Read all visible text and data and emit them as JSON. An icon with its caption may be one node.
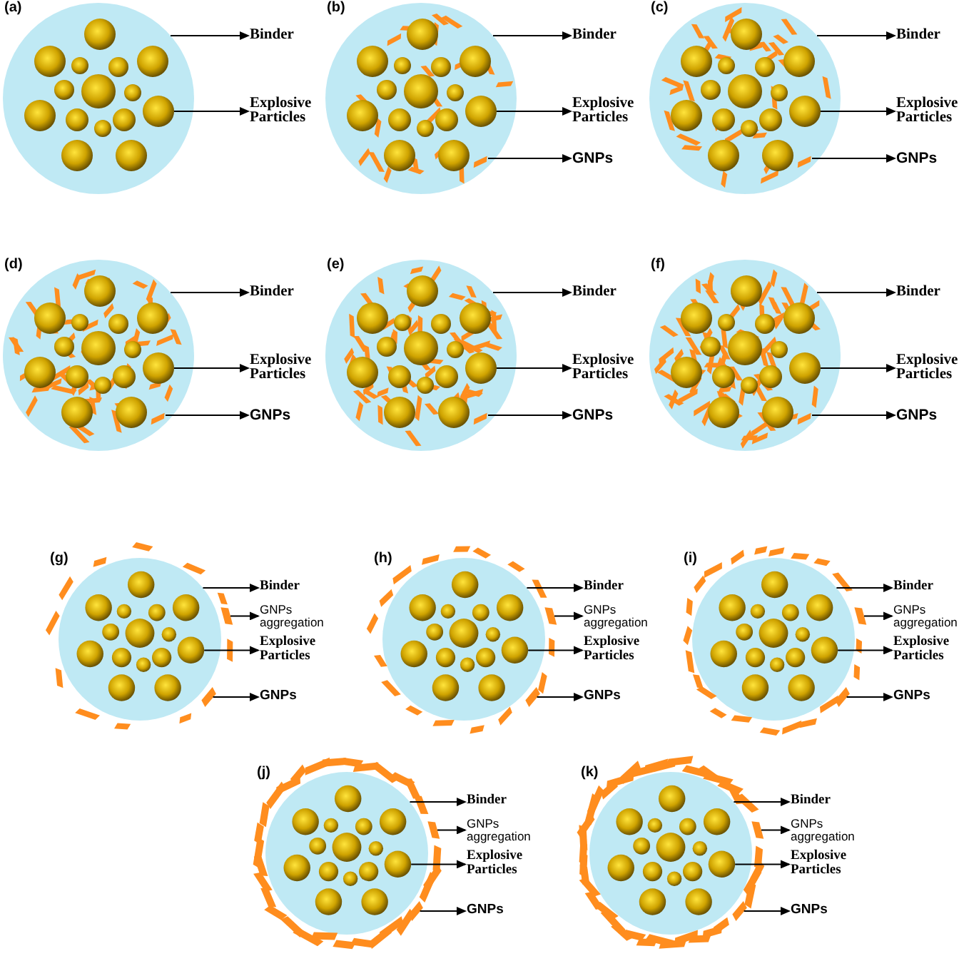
{
  "diagram": {
    "nodes": [
      {
        "text": [],
        "shape": "circle"
      },
      {
        "text": [],
        "shape": "circle",
        "in": 0
      },
      {
        "text": [],
        "shape": "circle",
        "in": 0
      },
      {
        "text": [],
        "shape": "circle",
        "in": 0
      },
      {
        "text": [],
        "shape": "circle",
        "in": 0
      },
      {
        "text": [],
        "shape": "circle",
        "in": 0
      },
      {
        "text": [],
        "shape": "circle",
        "in": 0
      },
      {
        "text": [],
        "shape": "circle",
        "in": 0
      },
      {
        "text": [],
        "shape": "circle",
        "in": 0
      },
      {
        "text": [],
        "shape": "circle",
        "in": 0
      },
      {
        "text": [],
        "shape": "circle",
        "in": 0
      },
      {
        "text": [],
        "shape": "circle",
        "in": 0
      },
      {
        "text": [],
        "shape": "circle",
        "in": 0
      },
      {
        "text": [],
        "shape": "circle",
        "in": 0
      },
      {
        "text": [],
        "shape": "circle",
        "in": 0
      },
      {
        "text": [],
        "shape": "circle",
        "in": 0
      },
      {
        "text": [
          "Binder"
        ]
      },
      {
        "text": [
          "Explosive Particles"
        ]
      },
      {
        "text": [],
        "shape": "circle"
      },
      {
        "text": [],
        "shape": "circle",
        "in": 18
      },
      {
        "text": [],
        "shape": "circle",
        "in": 18
      },
      {
        "text": [],
        "shape": "circle",
        "in": 18
      },
      {
        "text": [],
        "shape": "circle",
        "in": 18
      },
      {
        "text": [],
        "shape": "circle",
        "in": 18
      },
      {
        "text": [],
        "shape": "circle",
        "in": 18
      },
      {
        "text": [],
        "shape": "circle",
        "in": 18
      },
      {
        "text": [],
        "shape": "circle",
        "in": 18
      },
      {
        "text": [],
        "shape": "circle",
        "in": 18
      },
      {
        "text": [],
        "shape": "circle",
        "in": 18
      },
      {
        "text": [],
        "shape": "circle",
        "in": 18
      },
      {
        "text": [],
        "shape": "circle",
        "in": 18
      },
      {
        "text": [],
        "shape": "circle",
        "in": 18
      },
      {
        "text": [],
        "shape": "circle",
        "in": 18
      },
      {
        "text": [],
        "shape": "circle",
        "in": 18
      },
      {
        "text": [],
        "shape": "bar",
        "in": 18
      },
      {
        "text": [
          "Binder"
        ]
      },
      {
        "text": [
          "Explosive Particles"
        ]
      },
      {
        "text": [
          "GNPs"
        ]
      },
      {
        "text": [],
        "shape": "circle"
      },
      {
        "text": [],
        "shape": "circle",
        "in": 38
      },
      {
        "text": [],
        "shape": "circle",
        "in": 38
      },
      {
        "text": [],
        "shape": "circle",
        "in": 38
      },
      {
        "text": [],
        "shape": "circle",
        "in": 38
      },
      {
        "text": [],
        "shape": "circle",
        "in": 38
      },
      {
        "text": [],
        "shape": "circle",
        "in": 38
      },
      {
        "text": [],
        "shape": "circle",
        "in": 38
      },
      {
        "text": [],
        "shape": "circle",
        "in": 38
      },
      {
        "text": [],
        "shape": "circle",
        "in": 38
      },
      {
        "text": [],
        "shape": "circle",
        "in": 38
      },
      {
        "text": [],
        "shape": "circle",
        "in": 38
      },
      {
        "text": [],
        "shape": "circle",
        "in": 38
      },
      {
        "text": [],
        "shape": "circle",
        "in": 38
      },
      {
        "text": [],
        "shape": "circle",
        "in": 38
      },
      {
        "text": [],
        "shape": "circle",
        "in": 38
      },
      {
        "text": [],
        "shape": "bar",
        "in": 38
      },
      {
        "text": [
          "Binder"
        ]
      },
      {
        "text": [
          "Explosive Particles"
        ]
      },
      {
        "text": [
          "GNPs"
        ]
      },
      {
        "text": [],
        "shape": "circle"
      },
      {
        "text": [],
        "shape": "circle",
        "in": 58
      },
      {
        "text": [],
        "shape": "circle",
        "in": 58
      },
      {
        "text": [],
        "shape": "circle",
        "in": 58
      },
      {
        "text": [],
        "shape": "circle",
        "in": 58
      },
      {
        "text": [],
        "shape": "circle",
        "in": 58
      },
      {
        "text": [],
        "shape": "circle",
        "in": 58
      },
      {
        "text": [],
        "shape": "circle",
        "in": 58
      },
      {
        "text": [],
        "shape": "circle",
        "in": 58
      },
      {
        "text": [],
        "shape": "circle",
        "in": 58
      },
      {
        "text": [],
        "shape": "circle",
        "in": 58
      },
      {
        "text": [],
        "shape": "circle",
        "in": 58
      },
      {
        "text": [],
        "shape": "circle",
        "in": 58
      },
      {
        "text": [],
        "shape": "circle",
        "in": 58
      },
      {
        "text": [],
        "shape": "circle",
        "in": 58
      },
      {
        "text": [],
        "shape": "circle",
        "in": 58
      },
      {
        "text": [],
        "shape": "bar",
        "in": 58
      },
      {
        "text": [
          "Binder"
        ]
      },
      {
        "text": [
          "Explosive Particles"
        ]
      },
      {
        "text": [
          "GNPs"
        ]
      },
      {
        "text": [],
        "shape": "circle"
      },
      {
        "text": [],
        "shape": "circle",
        "in": 78
      },
      {
        "text": [],
        "shape": "circle",
        "in": 78
      },
      {
        "text": [],
        "shape": "circle",
        "in": 78
      },
      {
        "text": [],
        "shape": "circle",
        "in": 78
      },
      {
        "text": [],
        "shape": "circle",
        "in": 78
      },
      {
        "text": [],
        "shape": "circle",
        "in": 78
      },
      {
        "text": [],
        "shape": "circle",
        "in": 78
      },
      {
        "text": [],
        "shape": "circle",
        "in": 78
      },
      {
        "text": [],
        "shape": "circle",
        "in": 78
      },
      {
        "text": [],
        "shape": "circle",
        "in": 78
      },
      {
        "text": [],
        "shape": "circle",
        "in": 78
      },
      {
        "text": [],
        "shape": "circle",
        "in": 78
      },
      {
        "text": [],
        "shape": "circle",
        "in": 78
      },
      {
        "text": [],
        "shape": "circle",
        "in": 78
      },
      {
        "text": [],
        "shape": "circle",
        "in": 78
      },
      {
        "text": [],
        "shape": "bar",
        "in": 78
      },
      {
        "text": [
          "Binder"
        ]
      },
      {
        "text": [
          "Explosive Particles"
        ]
      },
      {
        "text": [
          "GNPs"
        ]
      },
      {
        "text": [],
        "shape": "circle"
      },
      {
        "text": [],
        "shape": "circle",
        "in": 98
      },
      {
        "text": [],
        "shape": "circle",
        "in": 98
      },
      {
        "text": [],
        "shape": "circle",
        "in": 98
      },
      {
        "text": [],
        "shape": "circle",
        "in": 98
      },
      {
        "text": [],
        "shape": "circle",
        "in": 98
      },
      {
        "text": [],
        "shape": "circle",
        "in": 98
      },
      {
        "text": [],
        "shape": "circle",
        "in": 98
      },
      {
        "text": [],
        "shape": "circle",
        "in": 98
      },
      {
        "text": [],
        "shape": "circle",
        "in": 98
      },
      {
        "text": [],
        "shape": "circle",
        "in": 98
      },
      {
        "text": [],
        "shape": "circle",
        "in": 98
      },
      {
        "text": [],
        "shape": "circle",
        "in": 98
      },
      {
        "text": [],
        "shape": "circle",
        "in": 98
      },
      {
        "text": [],
        "shape": "circle",
        "in": 98
      },
      {
        "text": [],
        "shape": "circle",
        "in": 98
      },
      {
        "text": [],
        "shape": "bar",
        "in": 98
      },
      {
        "text": [
          "Binder"
        ]
      },
      {
        "text": [
          "Explosive Particles"
        ]
      },
      {
        "text": [
          "GNPs"
        ]
      },
      {
        "text": [],
        "shape": "circle"
      },
      {
        "text": [],
        "shape": "circle",
        "in": 118
      },
      {
        "text": [],
        "shape": "circle",
        "in": 118
      },
      {
        "text": [],
        "shape": "circle",
        "in": 118
      },
      {
        "text": [],
        "shape": "circle",
        "in": 118
      },
      {
        "text": [],
        "shape": "circle",
        "in": 118
      },
      {
        "text": [],
        "shape": "circle",
        "in": 118
      },
      {
        "text": [],
        "shape": "circle",
        "in": 118
      },
      {
        "text": [],
        "shape": "circle",
        "in": 118
      },
      {
        "text": [],
        "shape": "circle",
        "in": 118
      },
      {
        "text": [],
        "shape": "circle",
        "in": 118
      },
      {
        "text": [],
        "shape": "circle",
        "in": 118
      },
      {
        "text": [],
        "shape": "circle",
        "in": 118
      },
      {
        "text": [],
        "shape": "circle",
        "in": 118
      },
      {
        "text": [],
        "shape": "circle",
        "in": 118
      },
      {
        "text": [],
        "shape": "circle",
        "in": 118
      },
      {
        "text": [],
        "shape": "bar"
      },
      {
        "text": [],
        "shape": "bar"
      },
      {
        "text": [
          "Binder"
        ]
      },
      {
        "text": [
          "GNPs aggregation"
        ]
      },
      {
        "text": [
          "Explosive Particles"
        ]
      },
      {
        "text": [
          "GNPs"
        ]
      },
      {
        "text": [],
        "shape": "circle"
      },
      {
        "text": [],
        "shape": "circle",
        "in": 140
      },
      {
        "text": [],
        "shape": "circle",
        "in": 140
      },
      {
        "text": [],
        "shape": "circle",
        "in": 140
      },
      {
        "text": [],
        "shape": "circle",
        "in": 140
      },
      {
        "text": [],
        "shape": "circle",
        "in": 140
      },
      {
        "text": [],
        "shape": "circle",
        "in": 140
      },
      {
        "text": [],
        "shape": "circle",
        "in": 140
      },
      {
        "text": [],
        "shape": "circle",
        "in": 140
      },
      {
        "text": [],
        "shape": "circle",
        "in": 140
      },
      {
        "text": [],
        "shape": "circle",
        "in": 140
      },
      {
        "text": [],
        "shape": "circle",
        "in": 140
      },
      {
        "text": [],
        "shape": "circle",
        "in": 140
      },
      {
        "text": [],
        "shape": "circle",
        "in": 140
      },
      {
        "text": [],
        "shape": "circle",
        "in": 140
      },
      {
        "text": [],
        "shape": "circle",
        "in": 140
      },
      {
        "text": [],
        "shape": "bar"
      },
      {
        "text": [],
        "shape": "bar"
      },
      {
        "text": [
          "Binder"
        ]
      },
      {
        "text": [
          "GNPs aggregation"
        ]
      },
      {
        "text": [
          "Explosive Particles"
        ]
      },
      {
        "text": [
          "GNPs"
        ]
      },
      {
        "text": [],
        "shape": "circle"
      },
      {
        "text": [],
        "shape": "circle",
        "in": 162
      },
      {
        "text": [],
        "shape": "circle",
        "in": 162
      },
      {
        "text": [],
        "shape": "circle",
        "in": 162
      },
      {
        "text": [],
        "shape": "circle",
        "in": 162
      },
      {
        "text": [],
        "shape": "circle",
        "in": 162
      },
      {
        "text": [],
        "shape": "circle",
        "in": 162
      },
      {
        "text": [],
        "shape": "circle",
        "in": 162
      },
      {
        "text": [],
        "shape": "circle",
        "in": 162
      },
      {
        "text": [],
        "shape": "circle",
        "in": 162
      },
      {
        "text": [],
        "shape": "circle",
        "in": 162
      },
      {
        "text": [],
        "shape": "circle",
        "in": 162
      },
      {
        "text": [],
        "shape": "circle",
        "in": 162
      },
      {
        "text": [],
        "shape": "circle",
        "in": 162
      },
      {
        "text": [],
        "shape": "circle",
        "in": 162
      },
      {
        "text": [],
        "shape": "circle",
        "in": 162
      },
      {
        "text": [],
        "shape": "bar"
      },
      {
        "text": [],
        "shape": "bar"
      },
      {
        "text": [
          "Binder"
        ]
      },
      {
        "text": [
          "GNPs aggregation"
        ]
      },
      {
        "text": [
          "Explosive Particles"
        ]
      },
      {
        "text": [
          "GNPs"
        ]
      },
      {
        "text": [],
        "shape": "circle"
      },
      {
        "text": [],
        "shape": "circle",
        "in": 184
      },
      {
        "text": [],
        "shape": "circle",
        "in": 184
      },
      {
        "text": [],
        "shape": "circle",
        "in": 184
      },
      {
        "text": [],
        "shape": "circle",
        "in": 184
      },
      {
        "text": [],
        "shape": "circle",
        "in": 184
      },
      {
        "text": [],
        "shape": "circle",
        "in": 184
      },
      {
        "text": [],
        "shape": "circle",
        "in": 184
      },
      {
        "text": [],
        "shape": "circle",
        "in": 184
      },
      {
        "text": [],
        "shape": "circle",
        "in": 184
      },
      {
        "text": [],
        "shape": "circle",
        "in": 184
      },
      {
        "text": [],
        "shape": "circle",
        "in": 184
      },
      {
        "text": [],
        "shape": "circle",
        "in": 184
      },
      {
        "text": [],
        "shape": "circle",
        "in": 184
      },
      {
        "text": [],
        "shape": "circle",
        "in": 184
      },
      {
        "text": [],
        "shape": "circle",
        "in": 184
      },
      {
        "text": [],
        "shape": "bar"
      },
      {
        "text": [],
        "shape": "bar"
      },
      {
        "text": [
          "Binder"
        ]
      },
      {
        "text": [
          "GNPs aggregation"
        ]
      },
      {
        "text": [
          "Explosive Particles"
        ]
      },
      {
        "text": [
          "GNPs"
        ]
      },
      {
        "text": [],
        "shape": "circle"
      },
      {
        "text": [],
        "shape": "circle",
        "in": 206
      },
      {
        "text": [],
        "shape": "circle",
        "in": 206
      },
      {
        "text": [],
        "shape": "circle",
        "in": 206
      },
      {
        "text": [],
        "shape": "circle",
        "in": 206
      },
      {
        "text": [],
        "shape": "circle",
        "in": 206
      },
      {
        "text": [],
        "shape": "circle",
        "in": 206
      },
      {
        "text": [],
        "shape": "circle",
        "in": 206
      },
      {
        "text": [],
        "shape": "circle",
        "in": 206
      },
      {
        "text": [],
        "shape": "circle",
        "in": 206
      },
      {
        "text": [],
        "shape": "circle",
        "in": 206
      },
      {
        "text": [],
        "shape": "circle",
        "in": 206
      },
      {
        "text": [],
        "shape": "circle",
        "in": 206
      },
      {
        "text": [],
        "shape": "circle",
        "in": 206
      },
      {
        "text": [],
        "shape": "circle",
        "in": 206
      },
      {
        "text": [],
        "shape": "circle",
        "in": 206
      },
      {
        "text": [],
        "shape": "bar"
      },
      {
        "text": [],
        "shape": "bar"
      },
      {
        "text": [
          "Binder"
        ]
      },
      {
        "text": [
          "GNPs aggregation"
        ]
      },
      {
        "text": [
          "Explosive Particles"
        ]
      },
      {
        "text": [
          "GNPs"
        ]
      }
    ],
    "edges": [
      {
        "from": 0,
        "to": 16,
        "arrow": "to"
      },
      {
        "from": 9,
        "to": 17,
        "arrow": "to"
      },
      {
        "from": 18,
        "to": 35,
        "arrow": "to"
      },
      {
        "from": 27,
        "to": 36,
        "arrow": "to"
      },
      {
        "from": 34,
        "to": 37,
        "arrow": "to"
      },
      {
        "from": 38,
        "to": 55,
        "arrow": "to"
      },
      {
        "from": 47,
        "to": 56,
        "arrow": "to"
      },
      {
        "from": 54,
        "to": 57,
        "arrow": "to"
      },
      {
        "from": 58,
        "to": 75,
        "arrow": "to"
      },
      {
        "from": 67,
        "to": 76,
        "arrow": "to"
      },
      {
        "from": 74,
        "to": 77,
        "arrow": "to"
      },
      {
        "from": 78,
        "to": 95,
        "arrow": "to"
      },
      {
        "from": 87,
        "to": 96,
        "arrow": "to"
      },
      {
        "from": 94,
        "to": 97,
        "arrow": "to"
      },
      {
        "from": 98,
        "to": 115,
        "arrow": "to"
      },
      {
        "from": 107,
        "to": 116,
        "arrow": "to"
      },
      {
        "from": 114,
        "to": 117,
        "arrow": "to"
      },
      {
        "from": 118,
        "to": 136,
        "arrow": "to"
      },
      {
        "from": 134,
        "to": 137,
        "arrow": "to"
      },
      {
        "from": 127,
        "to": 138,
        "arrow": "to"
      },
      {
        "from": 135,
        "to": 139,
        "arrow": "to"
      },
      {
        "from": 140,
        "to": 158,
        "arrow": "to"
      },
      {
        "from": 156,
        "to": 159,
        "arrow": "to"
      },
      {
        "from": 149,
        "to": 160,
        "arrow": "to"
      },
      {
        "from": 157,
        "to": 161,
        "arrow": "to"
      },
      {
        "from": 162,
        "to": 180,
        "arrow": "to"
      },
      {
        "from": 178,
        "to": 181,
        "arrow": "to"
      },
      {
        "from": 171,
        "to": 182,
        "arrow": "to"
      },
      {
        "from": 179,
        "to": 183,
        "arrow": "to"
      },
      {
        "from": 184,
        "to": 202,
        "arrow": "to"
      },
      {
        "from": 200,
        "to": 203,
        "arrow": "to"
      },
      {
        "from": 193,
        "to": 204,
        "arrow": "to"
      },
      {
        "from": 201,
        "to": 205,
        "arrow": "to"
      },
      {
        "from": 206,
        "to": 224,
        "arrow": "to"
      },
      {
        "from": 222,
        "to": 225,
        "arrow": "to"
      },
      {
        "from": 215,
        "to": 226,
        "arrow": "to"
      },
      {
        "from": 223,
        "to": 227,
        "arrow": "to"
      }
    ],
    "labels": [
      "(a)",
      "(b)",
      "(c)",
      "(d)",
      "(e)",
      "(f)",
      "(g)",
      "(h)",
      "(i)",
      "(j)",
      "(k)"
    ]
  }
}
